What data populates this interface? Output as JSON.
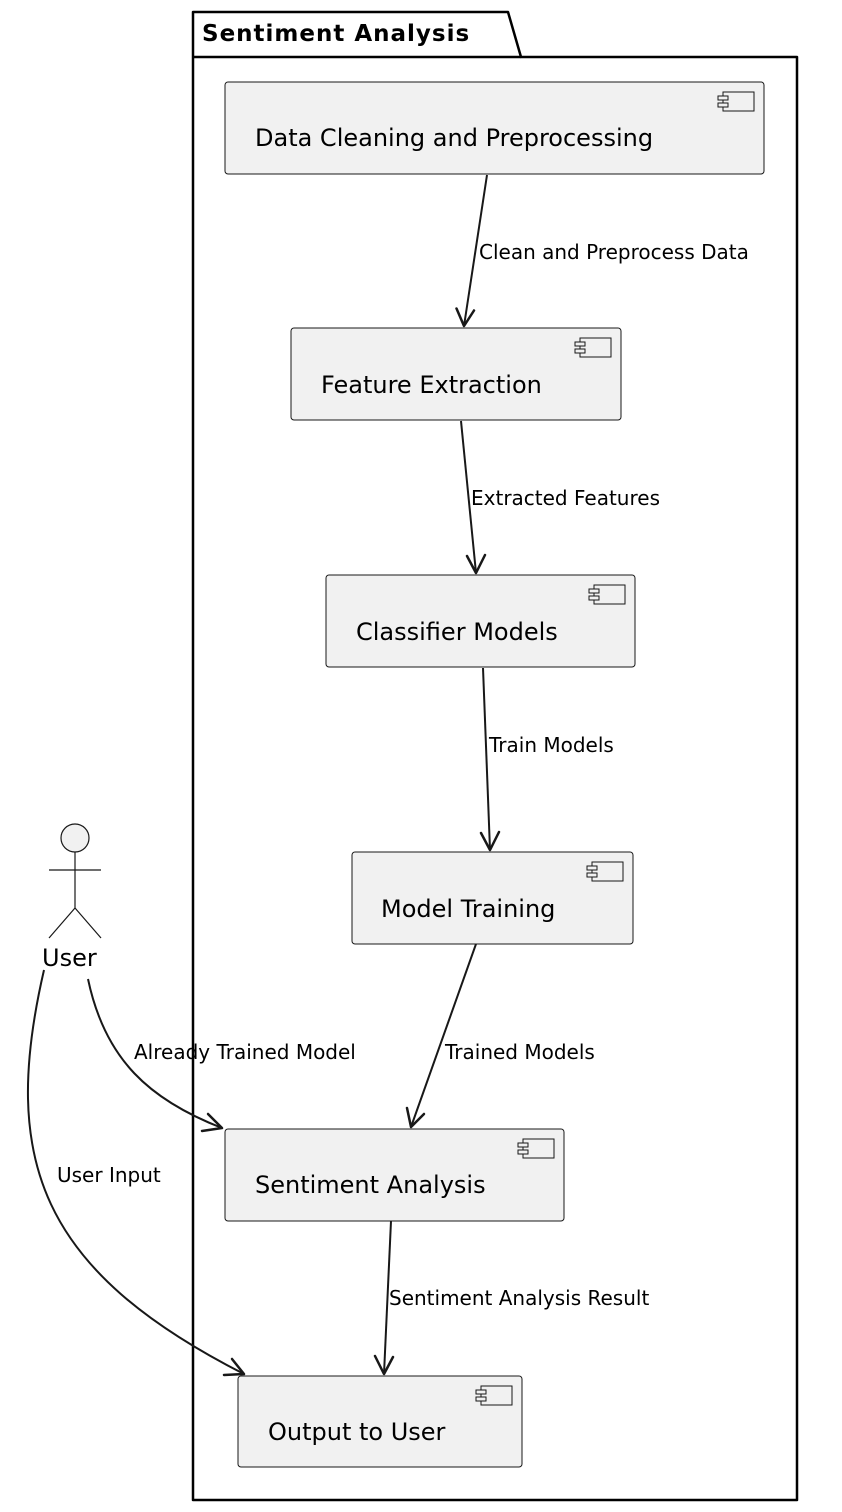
{
  "package": {
    "title": "Sentiment Analysis"
  },
  "actor": {
    "label": "User"
  },
  "components": {
    "data_cleaning": "Data Cleaning and Preprocessing",
    "feature_extraction": "Feature Extraction",
    "classifier_models": "Classifier Models",
    "model_training": "Model Training",
    "sentiment_analysis": "Sentiment Analysis",
    "output_to_user": "Output to User"
  },
  "edges": {
    "clean_preprocess": "Clean and Preprocess Data",
    "extracted_features": "Extracted Features",
    "train_models": "Train Models",
    "trained_models": "Trained Models",
    "already_trained": "Already Trained Model",
    "user_input": "User Input",
    "sentiment_result": "Sentiment Analysis Result"
  },
  "icons": {
    "component": "component-icon",
    "actor": "stick-figure-icon"
  },
  "colors": {
    "component_fill": "#f1f1f1",
    "stroke": "#181818"
  }
}
